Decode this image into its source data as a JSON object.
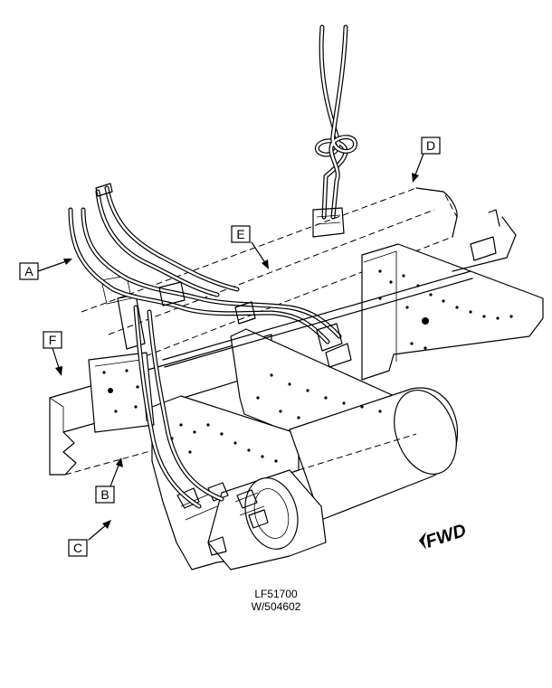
{
  "callouts": {
    "a": "A",
    "b": "B",
    "c": "C",
    "d": "D",
    "e": "E",
    "f": "F"
  },
  "direction_marker": {
    "label": "FWD",
    "icon": "forward-arrow-icon"
  },
  "figure_id": {
    "line1": "LF51700",
    "line2": "W/504602"
  }
}
